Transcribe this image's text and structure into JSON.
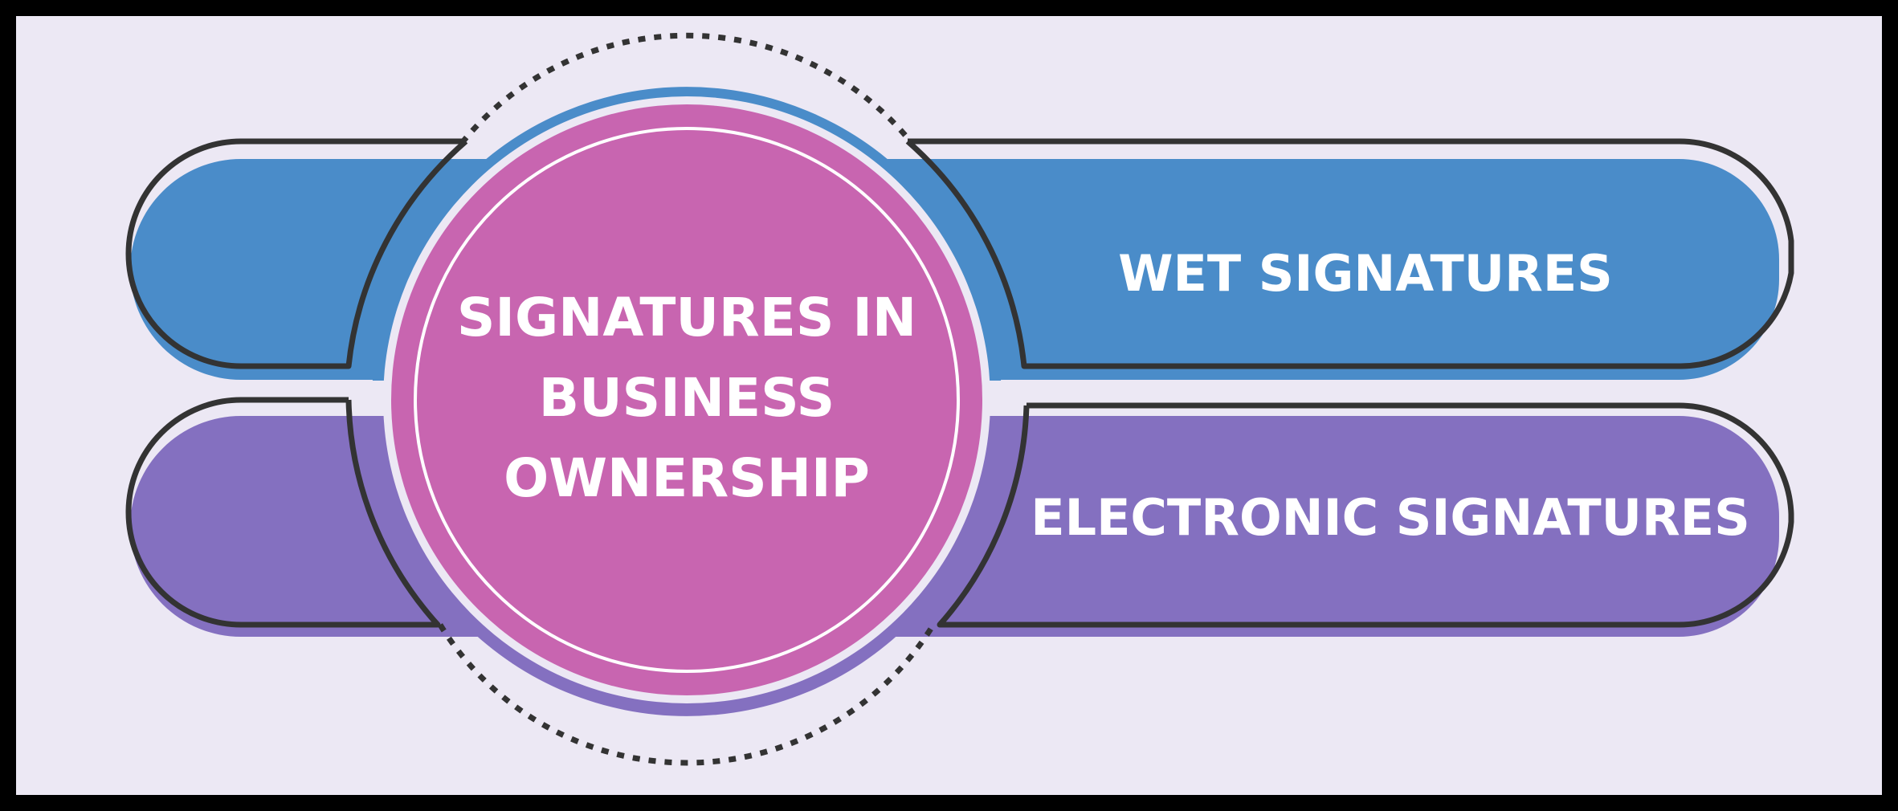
{
  "center_title": {
    "line1": "SIGNATURES IN",
    "line2": "BUSINESS",
    "line3": "OWNERSHIP"
  },
  "top_band": {
    "label": "WET SIGNATURES"
  },
  "bottom_band": {
    "label": "ELECTRONIC SIGNATURES"
  },
  "colors": {
    "frame": "#000000",
    "background": "#ECE8F4",
    "top_band": "#4A8CC9",
    "bottom_band": "#8470C0",
    "center_circle": "#C865B0",
    "outline": "#333333",
    "text": "#FFFFFF"
  }
}
